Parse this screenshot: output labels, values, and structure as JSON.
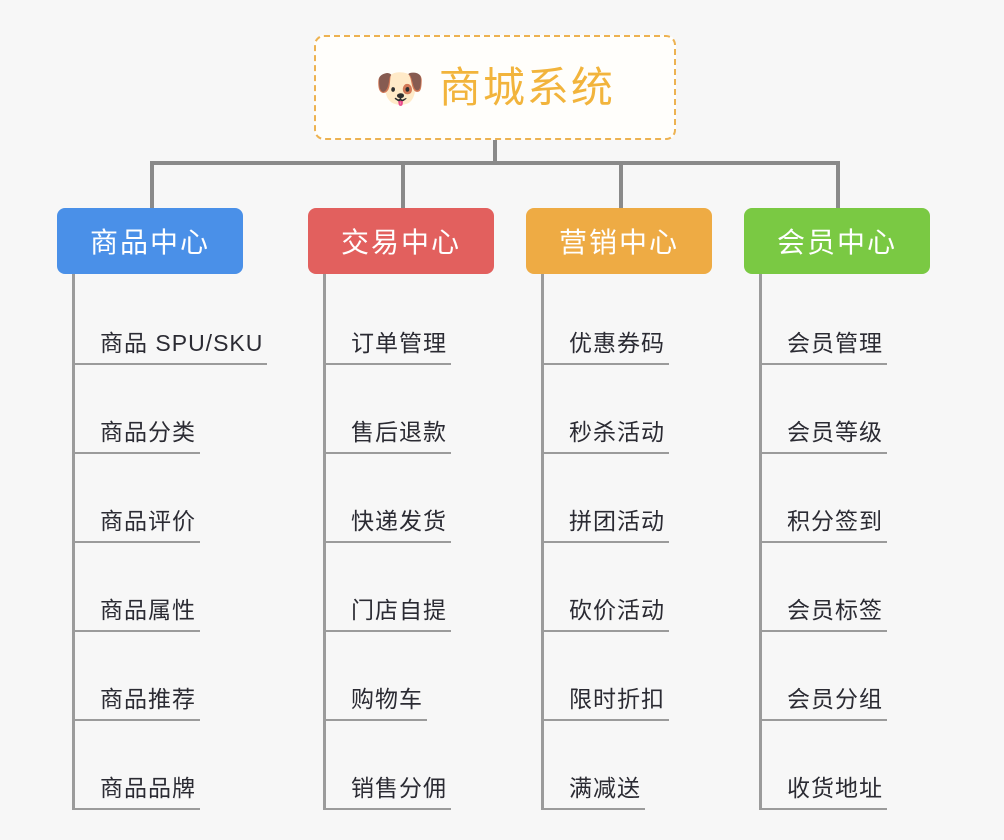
{
  "page": {
    "background_color": "#f7f7f7",
    "connector_color": "#8a8a8a",
    "leaf_line_color": "#9b9b9b",
    "leaf_text_color": "#2b2b33"
  },
  "root": {
    "title": "商城系统",
    "emoji": "🐶",
    "emoji_name": "shiba-dog-face",
    "text_color": "#f2b43c",
    "border_color": "#edb251",
    "background_color": "#fffefb"
  },
  "branches": [
    {
      "label": "商品中心",
      "color": "#4a90e8",
      "items": [
        "商品 SPU/SKU",
        "商品分类",
        "商品评价",
        "商品属性",
        "商品推荐",
        "商品品牌"
      ]
    },
    {
      "label": "交易中心",
      "color": "#e2605e",
      "items": [
        "订单管理",
        "售后退款",
        "快递发货",
        "门店自提",
        "购物车",
        "销售分佣"
      ]
    },
    {
      "label": "营销中心",
      "color": "#eeab44",
      "items": [
        "优惠券码",
        "秒杀活动",
        "拼团活动",
        "砍价活动",
        "限时折扣",
        "满减送"
      ]
    },
    {
      "label": "会员中心",
      "color": "#7ac943",
      "items": [
        "会员管理",
        "会员等级",
        "积分签到",
        "会员标签",
        "会员分组",
        "收货地址"
      ]
    }
  ]
}
